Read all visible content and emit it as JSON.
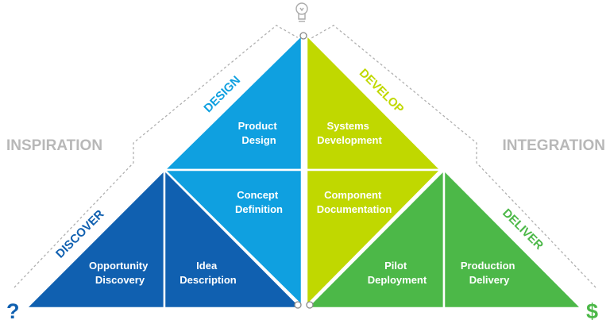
{
  "side_labels": {
    "left": "INSPIRATION",
    "right": "INTEGRATION"
  },
  "phases": {
    "discover": "DISCOVER",
    "design": "DESIGN",
    "develop": "DEVELOP",
    "deliver": "DELIVER"
  },
  "blocks": {
    "opportunity_discovery": [
      "Opportunity",
      "Discovery"
    ],
    "idea_description": [
      "Idea",
      "Description"
    ],
    "concept_definition": [
      "Concept",
      "Definition"
    ],
    "product_design": [
      "Product",
      "Design"
    ],
    "systems_development": [
      "Systems",
      "Development"
    ],
    "component_documentation": [
      "Component",
      "Documentation"
    ],
    "pilot_deployment": [
      "Pilot",
      "Deployment"
    ],
    "production_delivery": [
      "Production",
      "Delivery"
    ]
  },
  "symbols": {
    "start": "?",
    "end": "$",
    "top_icon": "lightbulb-icon"
  },
  "colors": {
    "dark_blue": "#1060B0",
    "light_blue": "#0FA0E0",
    "lime": "#C0D800",
    "green": "#4CB848",
    "grey_text": "#B8B8B8",
    "dashed_line": "#B0B0B0"
  }
}
